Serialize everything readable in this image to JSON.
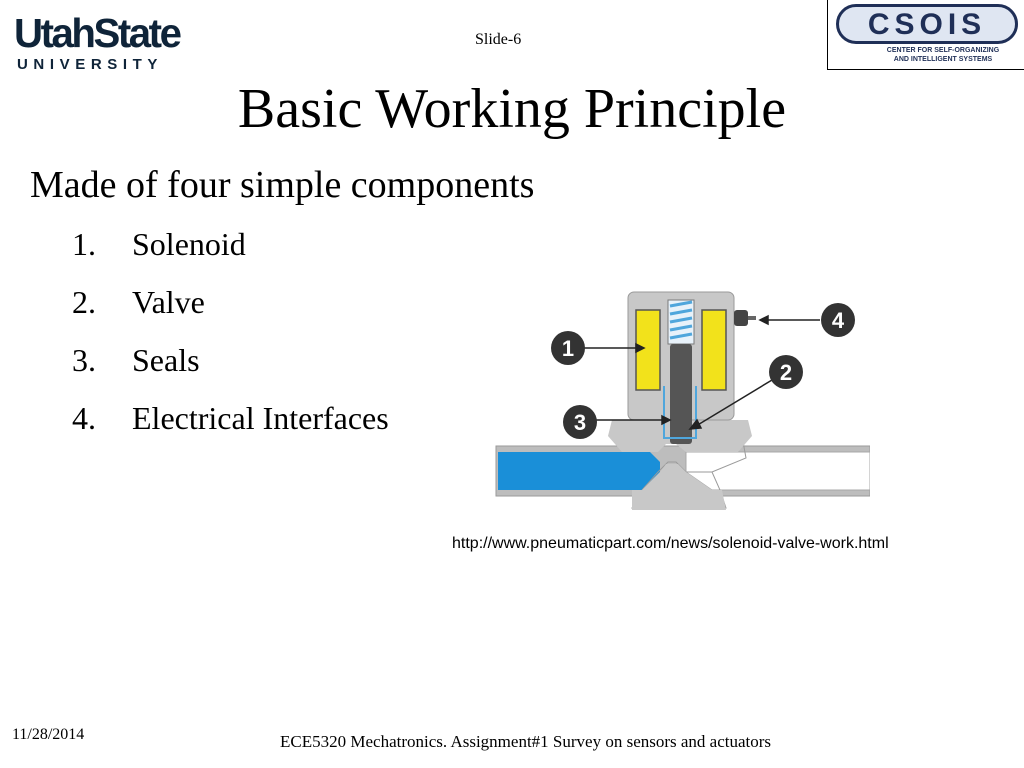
{
  "logos": {
    "usu": {
      "name": "UtahState",
      "sub": "UNIVERSITY",
      "color": "#0f2439"
    },
    "csois": {
      "mark": "CSOIS",
      "caption_line1": "CENTER FOR SELF-ORGANIZING",
      "caption_line2": "AND INTELLIGENT SYSTEMS",
      "color": "#1f2f57"
    }
  },
  "slide": {
    "number_label": "Slide-6",
    "title": "Basic Working Principle",
    "subtitle": "Made of four simple components",
    "components": [
      {
        "num": "1.",
        "label": "Solenoid"
      },
      {
        "num": "2.",
        "label": "Valve"
      },
      {
        "num": "3.",
        "label": "Seals"
      },
      {
        "num": "4.",
        "label": "Electrical Interfaces"
      }
    ],
    "source_url": "http://www.pneumaticpart.com/news/solenoid-valve-work.html",
    "date": "11/28/2014",
    "footer": "ECE5320 Mechatronics. Assignment#1 Survey on sensors and actuators"
  },
  "diagram": {
    "callouts": [
      "1",
      "2",
      "3",
      "4"
    ],
    "colors": {
      "body": "#c8c8c8",
      "coil": "#f2e21b",
      "fluid": "#1a8fd8",
      "plunger": "#555555",
      "spring": "#4fa6dc",
      "callout": "#333333"
    }
  }
}
